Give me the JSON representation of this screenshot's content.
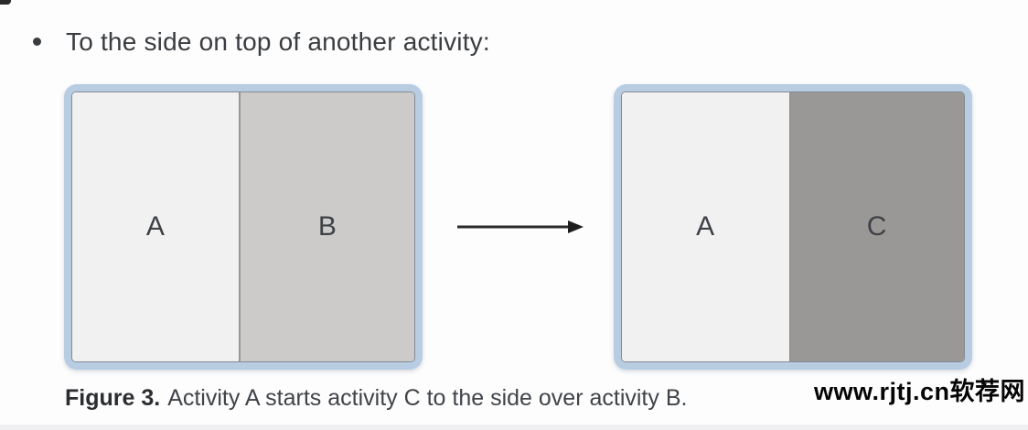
{
  "page": {
    "bullet_text": "To the side on top of another activity:"
  },
  "figure": {
    "before": {
      "left_activity": "A",
      "right_activity": "B"
    },
    "after": {
      "left_activity": "A",
      "right_activity": "C"
    },
    "caption_label": "Figure 3.",
    "caption_text": "Activity A starts activity C to the side over activity B."
  },
  "watermark": "www.rjtj.cn软荐网",
  "colors": {
    "page_bg": "#fdfdfe",
    "frame_blue": "#b8cde2",
    "frame_outline": "#838a94",
    "screen_light": "#f1f1f2",
    "pane_b_gray": "#cccbca",
    "pane_c_gray": "#999896",
    "text_dark": "#3a3d40",
    "arrow_black": "#2a2a2a"
  }
}
